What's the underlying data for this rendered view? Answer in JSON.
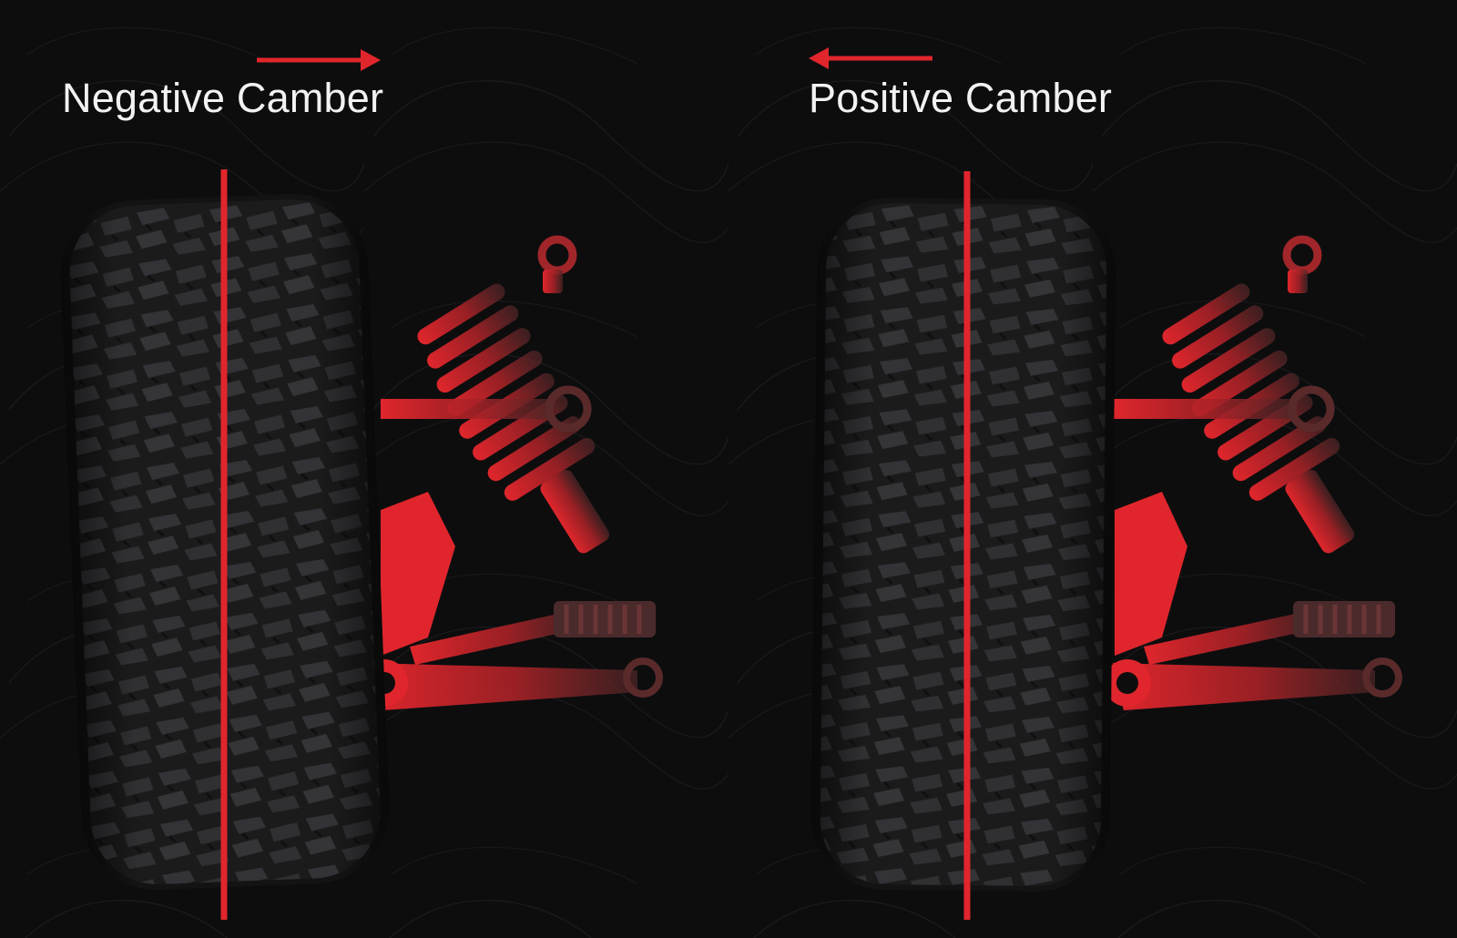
{
  "panels": [
    {
      "id": "negative",
      "label": "Negative Camber",
      "arrow_direction": "right",
      "tilt_degrees": -2.2
    },
    {
      "id": "positive",
      "label": "Positive Camber",
      "arrow_direction": "left",
      "tilt_degrees": 0.6
    }
  ],
  "colors": {
    "background": "#0d0d0e",
    "accent_red": "#e0262c",
    "tire_dark": "#1b1b1c",
    "tread": "#333336",
    "label_text": "#f2f2f2"
  },
  "icons": [
    "tire-tread-icon",
    "suspension-strut-icon",
    "control-arm-icon",
    "direction-arrow-icon"
  ]
}
